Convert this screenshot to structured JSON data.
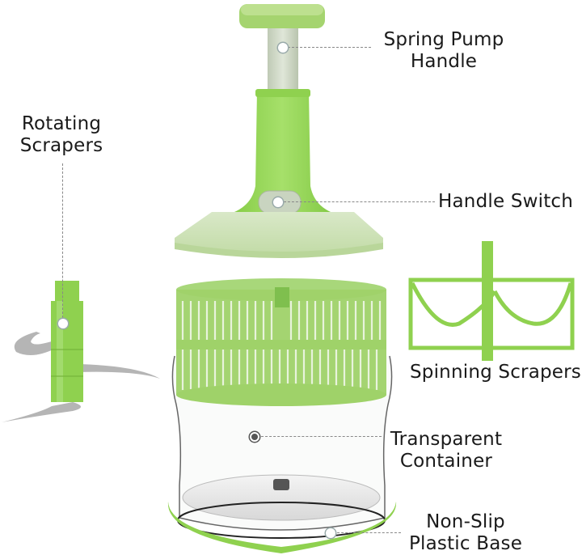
{
  "diagram": {
    "subject": "Salad spinner / manual food processor exploded view",
    "colors": {
      "green_primary": "#8fd14f",
      "green_light": "#b8dd92",
      "green_pale": "#d6e6c2",
      "stem_grey": "#cfd8c6",
      "blade_grey": "#b5b5b5",
      "text": "#1a1a1a",
      "leader_line": "#888888"
    },
    "labels": {
      "spring_pump": {
        "line1": "Spring Pump",
        "line2": "Handle"
      },
      "handle_switch": {
        "line1": "Handle Switch"
      },
      "rotating_scrapers": {
        "line1": "Rotating",
        "line2": "Scrapers"
      },
      "spinning_scrapers": {
        "line1": "Spinning Scrapers"
      },
      "transparent_container": {
        "line1": "Transparent",
        "line2": "Container"
      },
      "non_slip_base": {
        "line1": "Non-Slip",
        "line2": "Plastic Base"
      }
    }
  }
}
